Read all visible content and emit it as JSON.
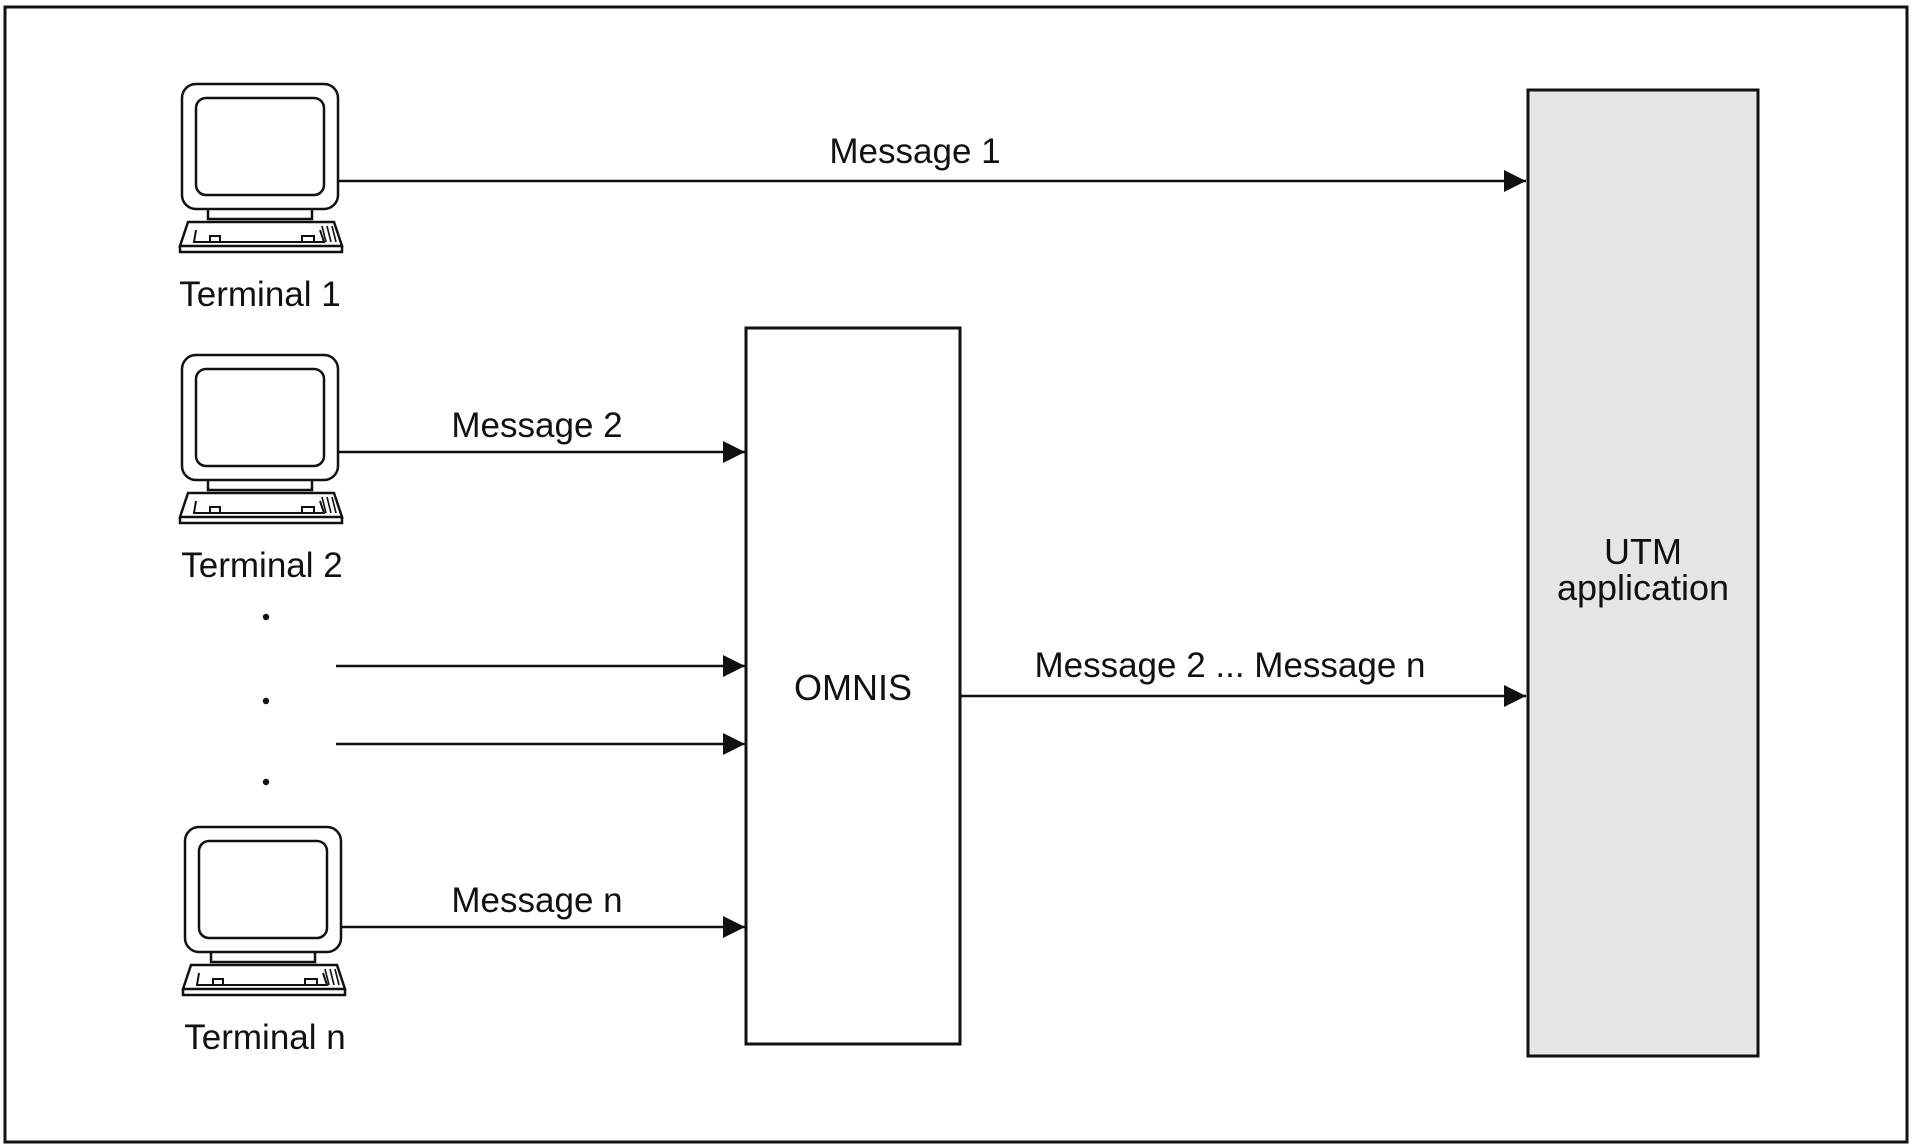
{
  "terminals": [
    {
      "label": "Terminal 1"
    },
    {
      "label": "Terminal 2"
    },
    {
      "label": "Terminal n"
    }
  ],
  "messages": {
    "m1": "Message 1",
    "m2": "Message 2",
    "mn": "Message n",
    "combined": "Message 2 ... Message n"
  },
  "omnis": {
    "label": "OMNIS"
  },
  "utm": {
    "line1": "UTM",
    "line2": "application"
  },
  "colors": {
    "stroke": "#111111",
    "utm_fill": "#e6e6e6",
    "background": "#ffffff"
  }
}
